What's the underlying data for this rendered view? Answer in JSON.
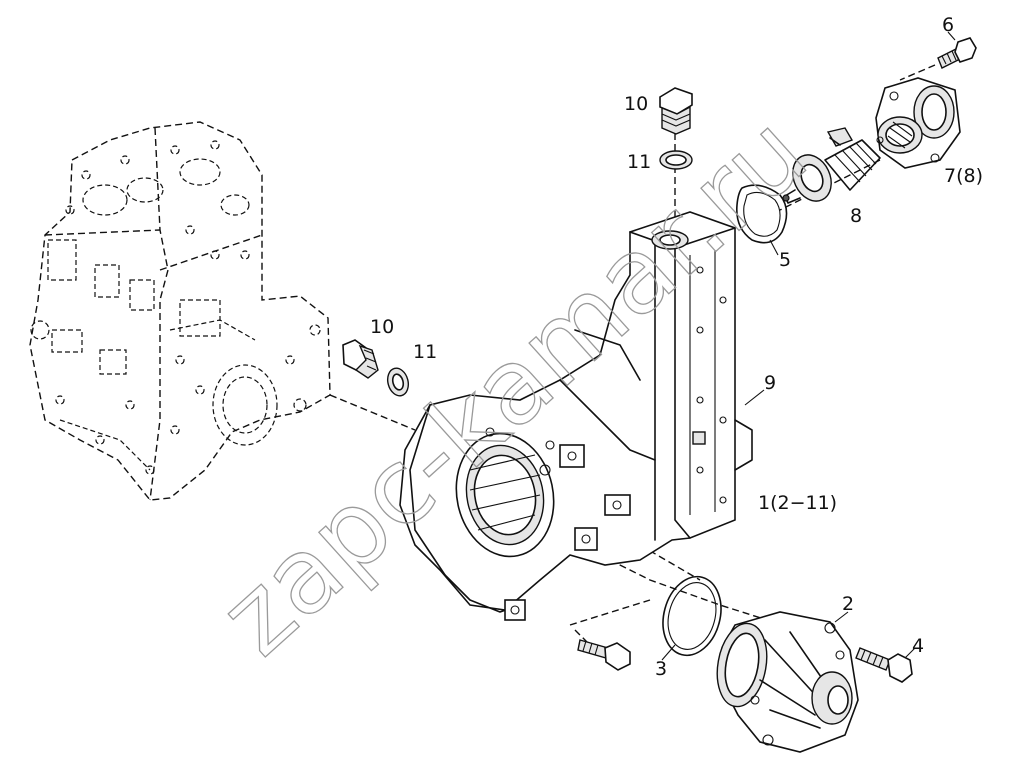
{
  "diagram": {
    "labels": {
      "part_6": "6",
      "part_10_top": "10",
      "part_11_top": "11",
      "part_7_8": "7(8)",
      "part_8": "8",
      "part_5": "5",
      "part_10_left": "10",
      "part_11_left": "11",
      "part_9": "9",
      "part_1_2_11": "1(2−11)",
      "part_2": "2",
      "part_3": "3",
      "part_4": "4"
    },
    "watermark": "zapc-kamar.ru"
  }
}
